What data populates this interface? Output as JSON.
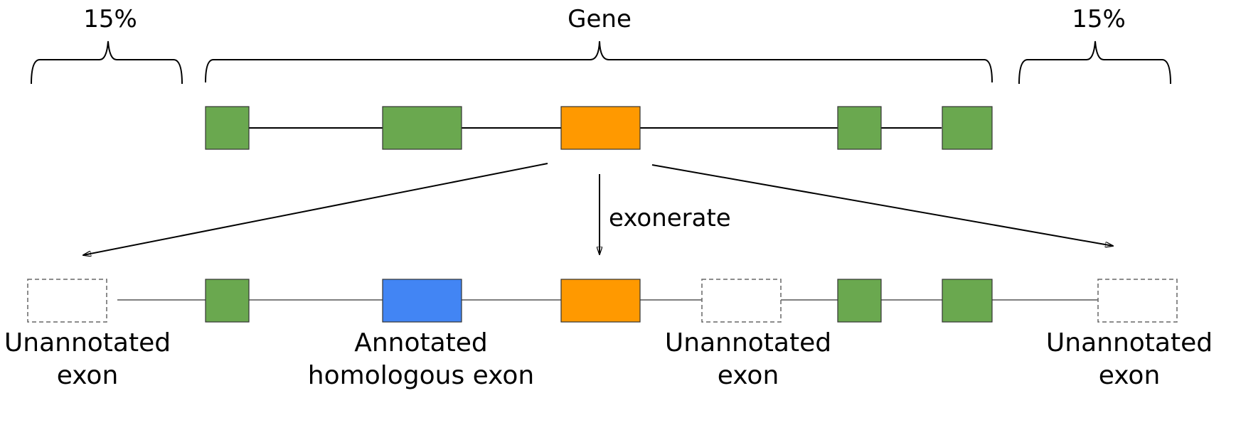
{
  "labels": {
    "upstream_pct": "15%",
    "gene": "Gene",
    "downstream_pct": "15%",
    "arrow": "exonerate",
    "unannotated_left_1": "Unannotated",
    "unannotated_left_2": "exon",
    "annotated_1": "Annotated",
    "annotated_2": "homologous exon",
    "unannotated_mid_1": "Unannotated",
    "unannotated_mid_2": "exon",
    "unannotated_right_1": "Unannotated",
    "unannotated_right_2": "exon"
  },
  "colors": {
    "green_exon": "#6aa84f",
    "orange_exon": "#ff9900",
    "blue_exon": "#4285f4",
    "line": "#000000",
    "dashed_outline": "#666666"
  }
}
